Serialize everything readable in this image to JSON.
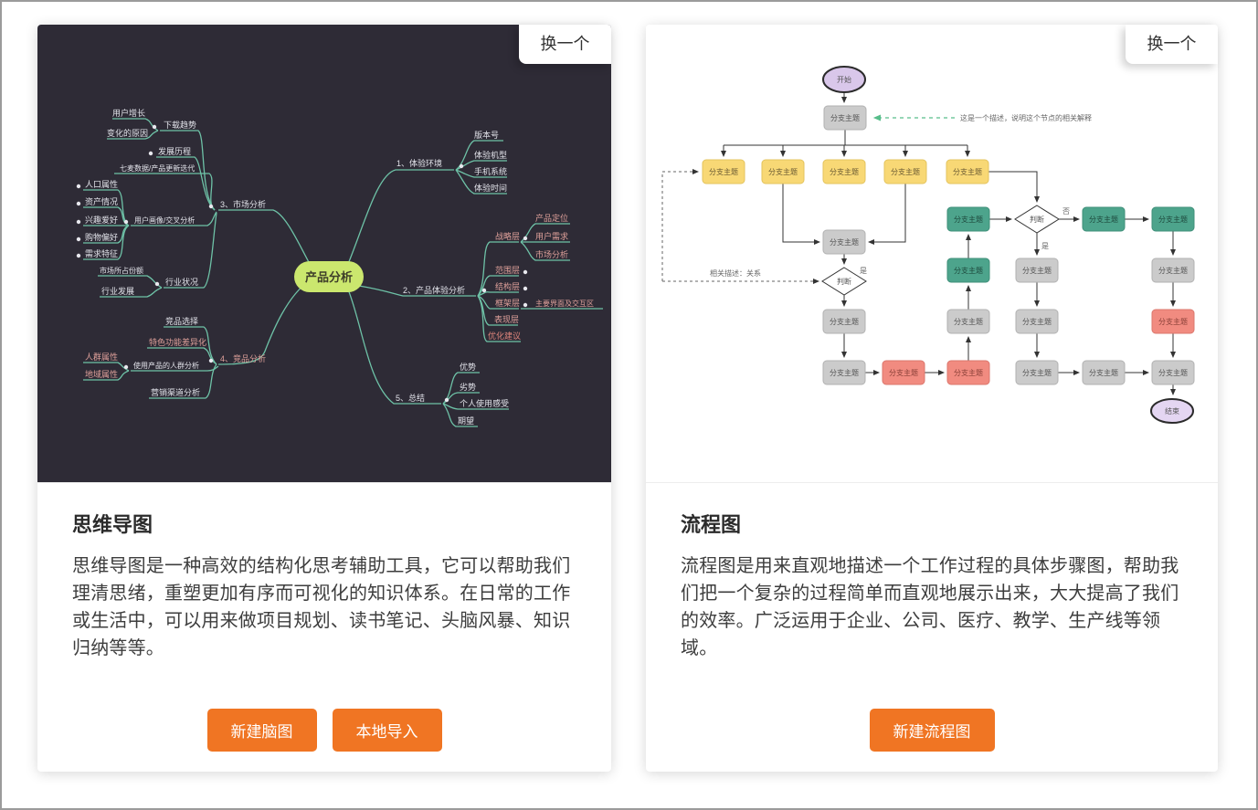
{
  "cards": [
    {
      "change_button": "换一个",
      "title": "思维导图",
      "description": "思维导图是一种高效的结构化思考辅助工具，它可以帮助我们理清思绪，重塑更加有序而可视化的知识体系。在日常的工作或生活中，可以用来做项目规划、读书笔记、头脑风暴、知识归纳等等。",
      "buttons": [
        {
          "label": "新建脑图"
        },
        {
          "label": "本地导入"
        }
      ]
    },
    {
      "change_button": "换一个",
      "title": "流程图",
      "description": "流程图是用来直观地描述一个工作过程的具体步骤图，帮助我们把一个复杂的过程简单而直观地展示出来，大大提高了我们的效率。广泛运用于企业、公司、医疗、教学、生产线等领域。",
      "buttons": [
        {
          "label": "新建流程图"
        }
      ]
    }
  ],
  "mindmap": {
    "root": "产品分析",
    "b1": "1、体验环境",
    "b1c": [
      "版本号",
      "体验机型",
      "手机系统",
      "体验时间"
    ],
    "b2": "2、产品体验分析",
    "b2c": [
      "战略层",
      "范围层",
      "结构层",
      "框架层",
      "表现层",
      "优化建议"
    ],
    "b2c1": [
      "产品定位",
      "用户需求",
      "市场分析"
    ],
    "b2c4": [
      "主要界面及交互区"
    ],
    "b3": "3、市场分析",
    "b3c": [
      "下载趋势",
      "发展历程",
      "七麦数据/产品更新迭代",
      "用户画像/交叉分析",
      "行业状况"
    ],
    "b3c1": [
      "用户增长",
      "变化的原因"
    ],
    "b3c4": [
      "人口属性",
      "资产情况",
      "兴趣爱好",
      "购物偏好",
      "需求特征"
    ],
    "b3c5": [
      "市场所占份额",
      "行业发展"
    ],
    "b4": "4、竞品分析",
    "b4c": [
      "竞品选择",
      "特色功能差异化",
      "使用产品的人群分析",
      "营销渠道分析"
    ],
    "b4c3": [
      "人群属性",
      "地域属性"
    ],
    "b5": "5、总结",
    "b5c": [
      "优势",
      "劣势",
      "个人使用感受",
      "期望"
    ]
  },
  "flowchart": {
    "start": "开始",
    "end": "结束",
    "decision": "判断",
    "node_label": "分支主题",
    "yes": "是",
    "no": "否",
    "note": "这是一个描述，说明这个节点的相关解释",
    "relation_label": "相关描述：关系"
  },
  "colors": {
    "accent_orange": "#f07523",
    "mindmap_bg": "#2e2b36",
    "mindmap_line": "#6ec2a7",
    "root_fill": "#cbe76e",
    "node_yellow": "#f8d875",
    "node_gray": "#cbcbcb",
    "node_teal": "#4da48c",
    "node_red": "#f18b80",
    "oval_purple": "#d9c7ea"
  }
}
